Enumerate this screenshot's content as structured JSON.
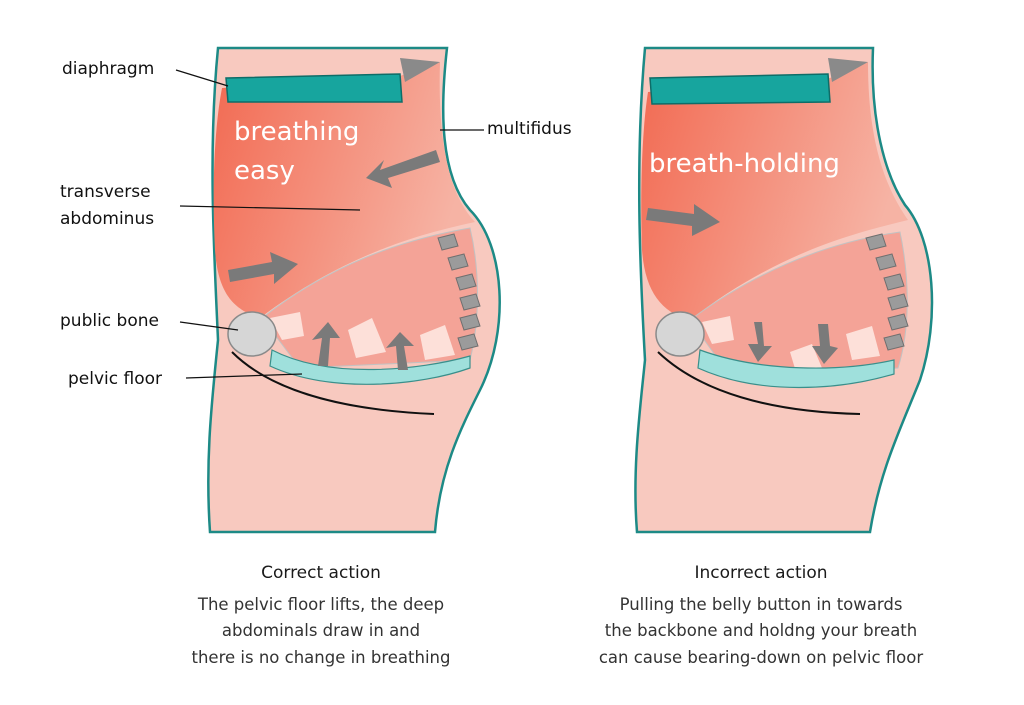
{
  "left_panel": {
    "inner_label_line1": "breathing",
    "inner_label_line2": "easy",
    "labels": {
      "diaphragm": "diaphragm",
      "multifidus": "multifidus",
      "transverse_line1": "transverse",
      "transverse_line2": "abdominus",
      "public_bone": "public bone",
      "pelvic_floor": "pelvic floor"
    },
    "caption": {
      "title": "Correct action",
      "line1": "The pelvic floor lifts, the deep",
      "line2": "abdominals draw in and",
      "line3": "there is no change in breathing"
    }
  },
  "right_panel": {
    "inner_label": "breath-holding",
    "caption": {
      "title": "Incorrect action",
      "line1": "Pulling the belly button in towards",
      "line2": "the backbone and holdng your breath",
      "line3": "can cause bearing-down on pelvic floor"
    }
  },
  "colors": {
    "body_fill": "#f8c9bf",
    "body_outline": "#1d8a86",
    "abdomen_gradient_start": "#f26a52",
    "abdomen_gradient_end": "#f6b3a4",
    "diaphragm": "#17a59e",
    "pelvic_floor": "#9fe0dc",
    "bone": "#d6d6d6",
    "vertebra": "#9b9b9b",
    "arrow": "#7a7a7a"
  }
}
